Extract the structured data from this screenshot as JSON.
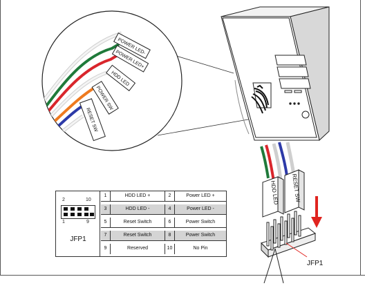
{
  "cable_labels": [
    "POWER LED-",
    "POWER LED+",
    "HDD LED",
    "POWER SW",
    "RESET SW"
  ],
  "connector_labels": [
    "HDD LED",
    "RESET SW"
  ],
  "pin_diagram": {
    "label_top_left": "2",
    "label_top_right": "10",
    "label_bottom_left": "1",
    "label_bottom_right": "9",
    "header_name": "JFP1"
  },
  "pin_table": [
    {
      "pin_a": "1",
      "name_a": "HDD LED +",
      "pin_b": "2",
      "name_b": "Power LED +",
      "shaded": false
    },
    {
      "pin_a": "3",
      "name_a": "HDD LED -",
      "pin_b": "4",
      "name_b": "Power LED -",
      "shaded": true
    },
    {
      "pin_a": "5",
      "name_a": "Reset Switch",
      "pin_b": "6",
      "name_b": "Power Switch",
      "shaded": false
    },
    {
      "pin_a": "7",
      "name_a": "Reset Switch",
      "pin_b": "8",
      "name_b": "Power Switch",
      "shaded": true
    },
    {
      "pin_a": "9",
      "name_a": "Reserved",
      "pin_b": "10",
      "name_b": "No Pin",
      "shaded": false
    }
  ],
  "callout_label": "JFP1",
  "colors": {
    "wire_white": "#e8e8e8",
    "wire_green": "#1f7a3a",
    "wire_red": "#d9262c",
    "wire_orange": "#ee7a1f",
    "wire_blue": "#2d3aa8",
    "arrow_red": "#e0241f",
    "table_shade": "#d4d4d4"
  }
}
